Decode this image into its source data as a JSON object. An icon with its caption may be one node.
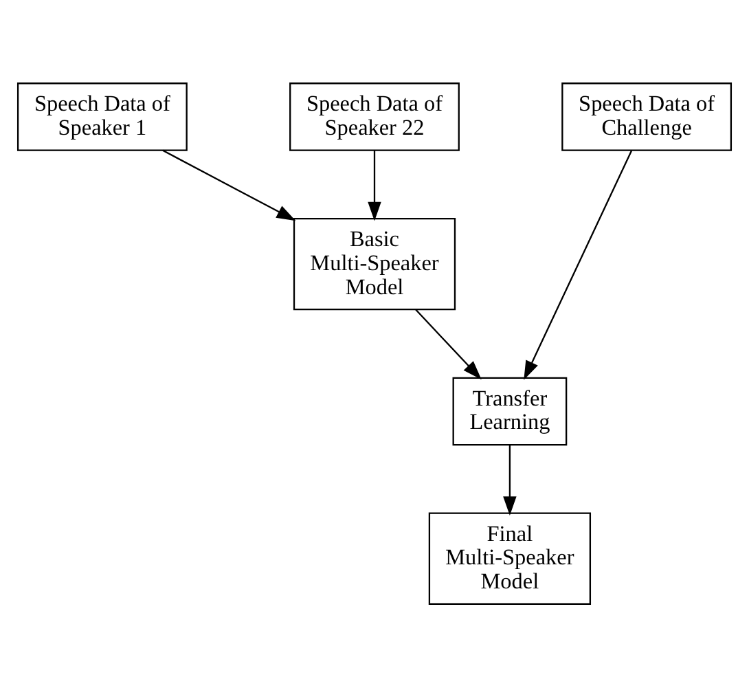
{
  "diagram": {
    "nodes": [
      {
        "text": [
          "Speech Data of Speaker 1"
        ]
      },
      {
        "text": [
          "Speech Data of Speaker 22"
        ]
      },
      {
        "text": [
          "Basic Multi-Speaker Model"
        ]
      },
      {
        "text": [
          "Speech Data of Challenge"
        ]
      },
      {
        "text": [
          "Transfer Learning"
        ]
      },
      {
        "text": [
          "Final Multi-Speaker Model"
        ]
      }
    ],
    "edges": [
      {
        "from": 0,
        "to": 2,
        "arrow": "to"
      },
      {
        "from": 1,
        "to": 2,
        "arrow": "to"
      },
      {
        "from": 2,
        "to": 4,
        "arrow": "to"
      },
      {
        "from": 3,
        "to": 4,
        "arrow": "to"
      },
      {
        "from": 4,
        "to": 5,
        "arrow": "to"
      }
    ]
  }
}
